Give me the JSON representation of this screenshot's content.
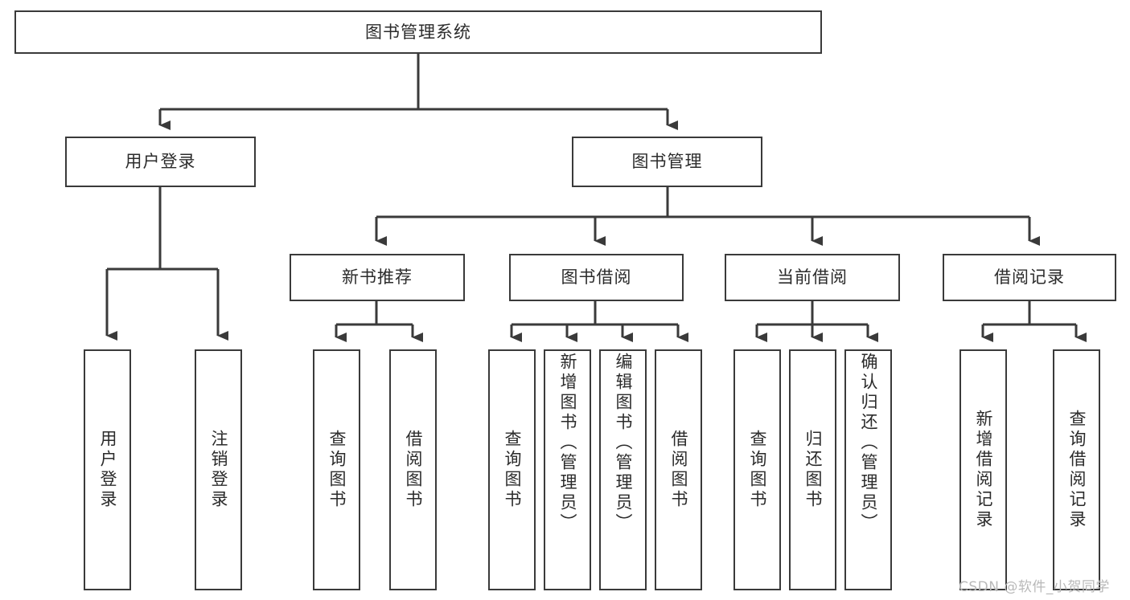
{
  "diagram": {
    "type": "tree-hierarchy",
    "title": "图书管理系统",
    "background_color": "#ffffff",
    "box_border_color": "#3a3a3a",
    "box_fill_color": "#ffffff",
    "text_color": "#2b2b2b",
    "connector_color": "#3a3a3a"
  },
  "root": {
    "label": "图书管理系统"
  },
  "level2": [
    {
      "label": "用户登录"
    },
    {
      "label": "图书管理"
    }
  ],
  "level3": [
    {
      "label": "新书推荐"
    },
    {
      "label": "图书借阅"
    },
    {
      "label": "当前借阅"
    },
    {
      "label": "借阅记录"
    }
  ],
  "leaves": {
    "user_login": [
      {
        "label": "用户登录"
      },
      {
        "label": "注销登录"
      }
    ],
    "new_book_recommend": [
      {
        "label": "查询图书"
      },
      {
        "label": "借阅图书"
      }
    ],
    "book_borrow": [
      {
        "label": "查询图书"
      },
      {
        "label": "新增图书（管理员）"
      },
      {
        "label": "编辑图书（管理员）"
      },
      {
        "label": "借阅图书"
      }
    ],
    "current_borrow": [
      {
        "label": "查询图书"
      },
      {
        "label": "归还图书"
      },
      {
        "label": "确认归还（管理员）"
      }
    ],
    "borrow_record": [
      {
        "label": "新增借阅记录"
      },
      {
        "label": "查询借阅记录"
      }
    ]
  },
  "watermark": {
    "text": "CSDN @软件_小贺同学"
  }
}
